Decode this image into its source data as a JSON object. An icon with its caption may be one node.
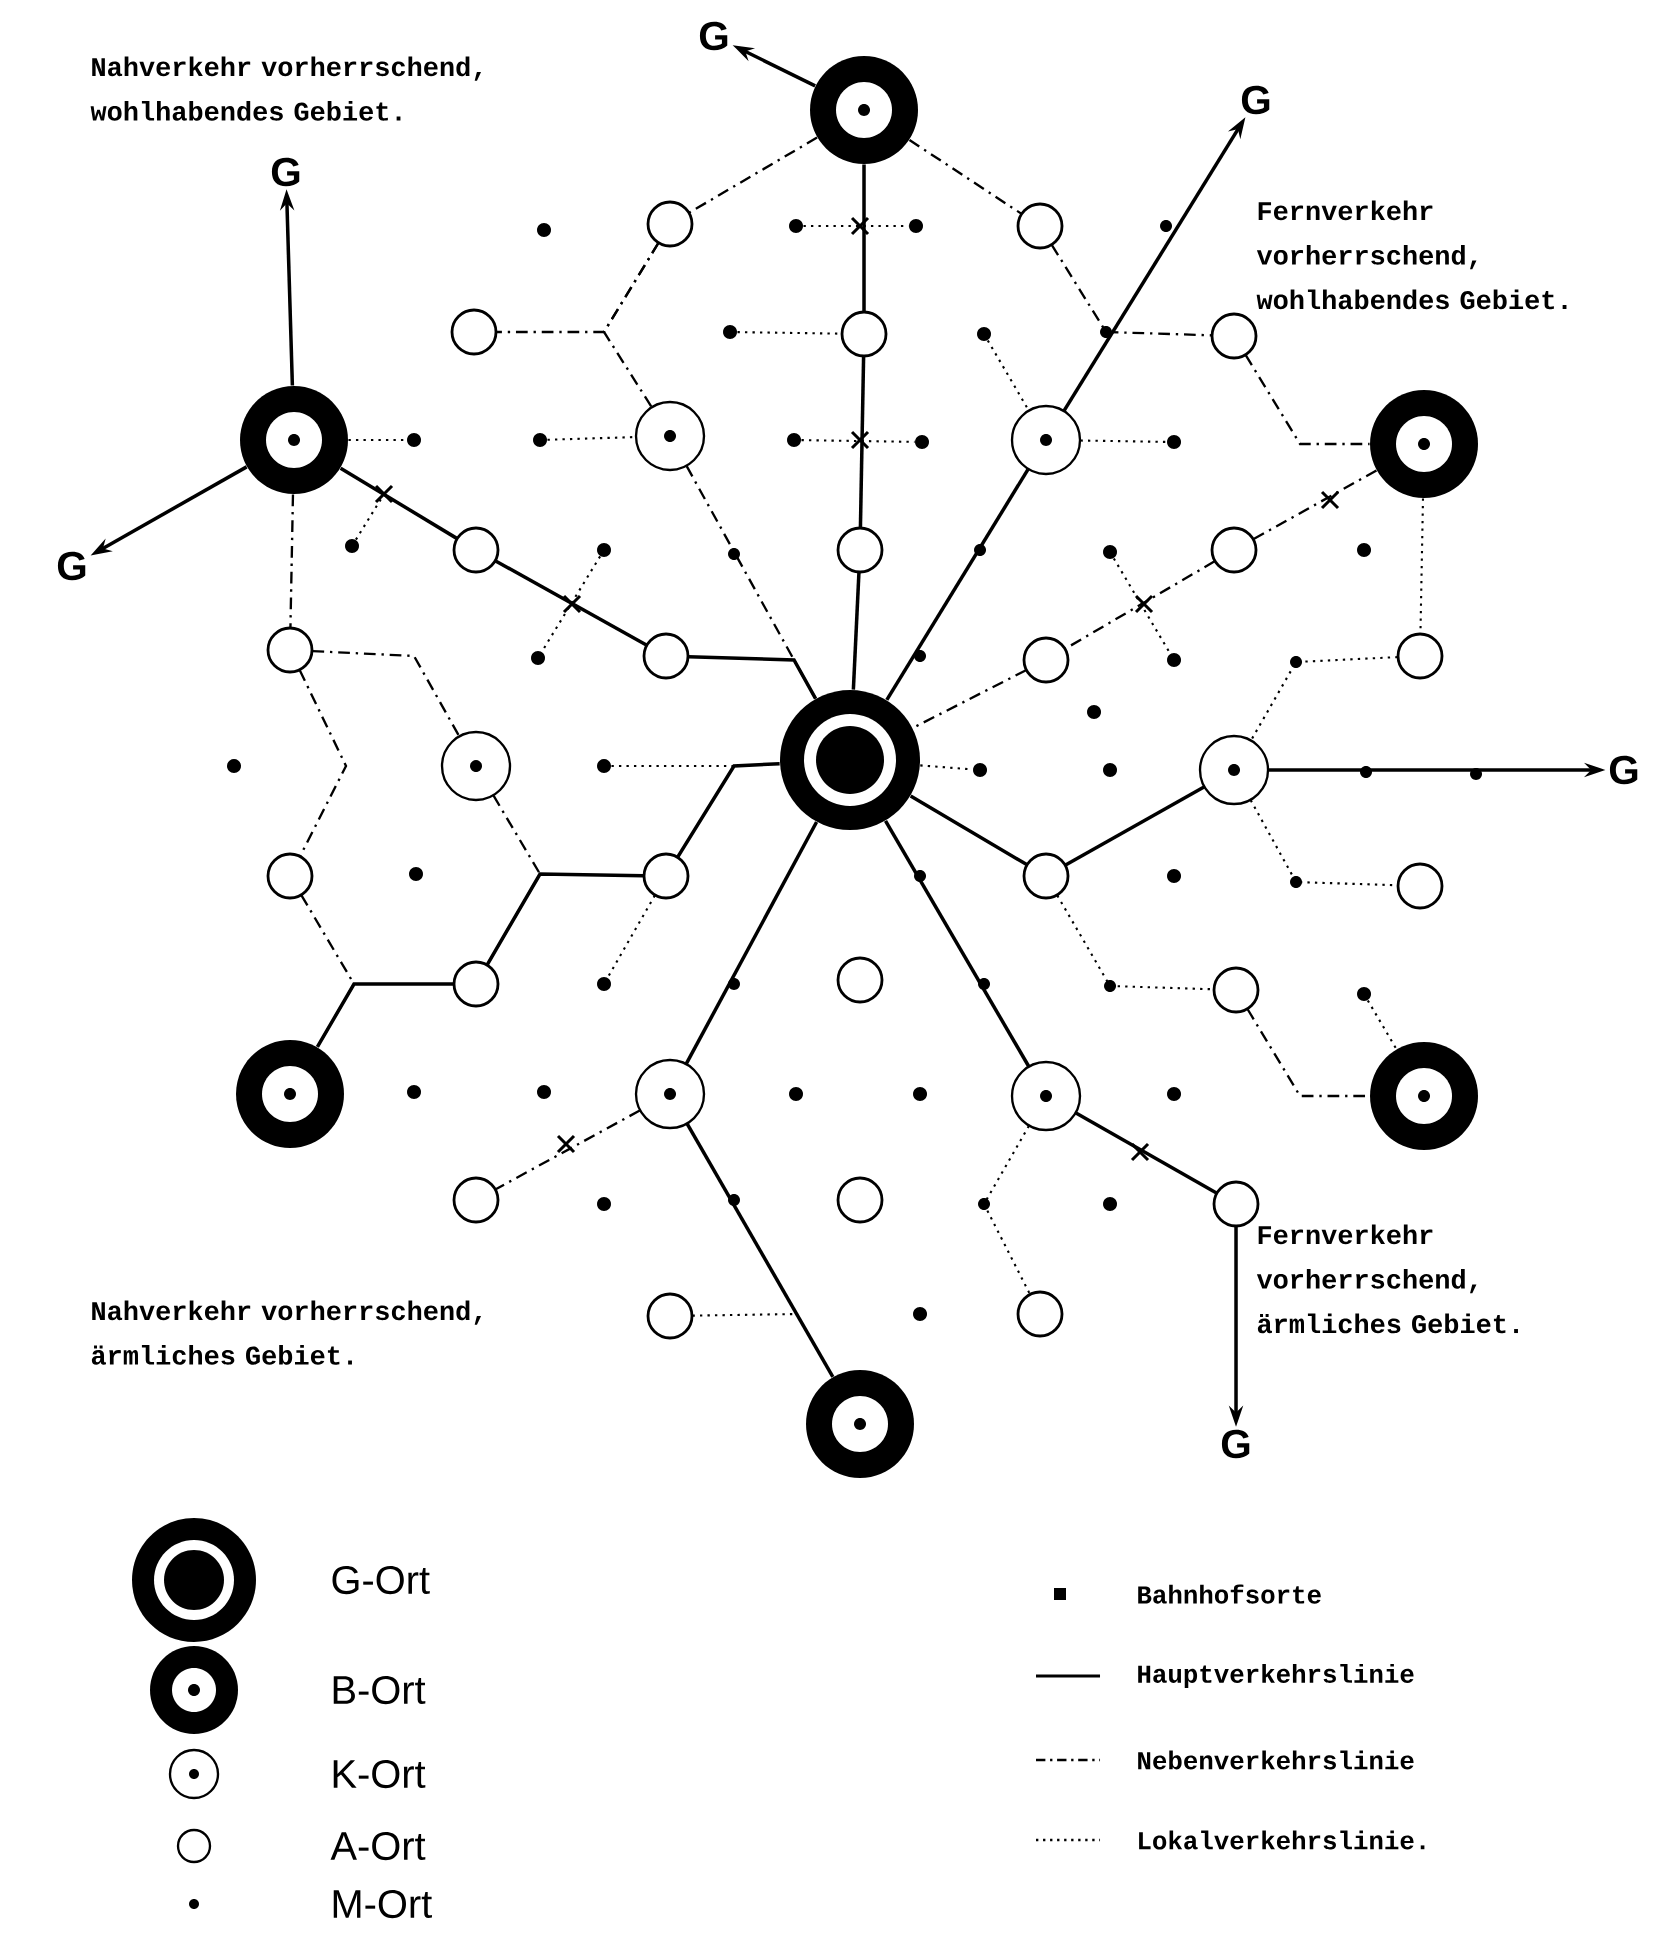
{
  "diagram": {
    "nodes": [
      {
        "text": [],
        "shape": "circle"
      },
      {
        "text": [],
        "shape": "circle"
      },
      {
        "text": [],
        "shape": "circle"
      },
      {
        "text": [],
        "shape": "circle"
      },
      {
        "text": [],
        "shape": "circle"
      },
      {
        "text": [],
        "shape": "circle"
      },
      {
        "text": [],
        "shape": "circle"
      },
      {
        "text": [],
        "shape": "circle"
      },
      {
        "text": [],
        "shape": "circle"
      },
      {
        "text": [],
        "shape": "circle"
      },
      {
        "text": [],
        "shape": "circle"
      },
      {
        "text": [],
        "shape": "circle"
      },
      {
        "text": [],
        "shape": "circle"
      },
      {
        "text": [],
        "shape": "circle"
      },
      {
        "text": [],
        "shape": "circle"
      },
      {
        "text": [],
        "shape": "circle"
      },
      {
        "text": [],
        "shape": "circle"
      },
      {
        "text": [],
        "shape": "circle"
      },
      {
        "text": [],
        "shape": "circle"
      },
      {
        "text": [],
        "shape": "circle"
      },
      {
        "text": [],
        "shape": "circle"
      },
      {
        "text": [],
        "shape": "circle"
      },
      {
        "text": [],
        "shape": "circle"
      },
      {
        "text": [],
        "shape": "circle"
      },
      {
        "text": [],
        "shape": "circle"
      },
      {
        "text": [],
        "shape": "circle"
      },
      {
        "text": [],
        "shape": "circle"
      },
      {
        "text": [],
        "shape": "circle"
      },
      {
        "text": [],
        "shape": "circle"
      },
      {
        "text": [],
        "shape": "circle"
      },
      {
        "text": [],
        "shape": "circle"
      },
      {
        "text": [],
        "shape": "circle"
      },
      {
        "text": [],
        "shape": "circle"
      },
      {
        "text": [],
        "shape": "circle"
      },
      {
        "text": [],
        "shape": "circle"
      },
      {
        "text": [],
        "shape": "circle"
      },
      {
        "text": [],
        "shape": "circle"
      },
      {
        "text": [
          "G"
        ]
      },
      {
        "text": [
          "G"
        ]
      },
      {
        "text": [
          "G"
        ]
      },
      {
        "text": [
          "G"
        ]
      },
      {
        "text": [
          "G"
        ]
      },
      {
        "text": [
          "G"
        ]
      },
      {
        "text": [],
        "shape": "dot"
      },
      {
        "text": [],
        "shape": "dot"
      },
      {
        "text": [],
        "shape": "dot"
      },
      {
        "text": [],
        "shape": "dot"
      },
      {
        "text": [],
        "shape": "dot"
      },
      {
        "text": [],
        "shape": "dot"
      },
      {
        "text": [],
        "shape": "dot"
      },
      {
        "text": [],
        "shape": "dot"
      },
      {
        "text": [],
        "shape": "dot"
      },
      {
        "text": [],
        "shape": "dot"
      },
      {
        "text": [],
        "shape": "dot"
      },
      {
        "text": [],
        "shape": "dot"
      },
      {
        "text": [],
        "shape": "dot"
      },
      {
        "text": [],
        "shape": "dot"
      },
      {
        "text": [],
        "shape": "dot"
      },
      {
        "text": [],
        "shape": "dot"
      },
      {
        "text": [],
        "shape": "dot"
      },
      {
        "text": [],
        "shape": "dot"
      },
      {
        "text": [],
        "shape": "dot"
      },
      {
        "text": [],
        "shape": "dot"
      },
      {
        "text": [],
        "shape": "dot"
      },
      {
        "text": [],
        "shape": "dot"
      },
      {
        "text": [],
        "shape": "dot"
      },
      {
        "text": [],
        "shape": "dot"
      },
      {
        "text": [],
        "shape": "dot"
      },
      {
        "text": [],
        "shape": "dot"
      },
      {
        "text": [],
        "shape": "dot"
      },
      {
        "text": [],
        "shape": "dot"
      },
      {
        "text": [],
        "shape": "dot"
      },
      {
        "text": [],
        "shape": "dot"
      },
      {
        "text": [],
        "shape": "dot"
      },
      {
        "text": [],
        "shape": "dot"
      },
      {
        "text": [],
        "shape": "dot"
      }
    ],
    "edges": [
      {
        "from": 0,
        "to": 19,
        "arrow": "none"
      },
      {
        "from": 19,
        "to": 16,
        "arrow": "none"
      },
      {
        "from": 16,
        "to": 1,
        "arrow": "none"
      },
      {
        "from": 1,
        "to": 37,
        "arrow": "to"
      },
      {
        "from": 2,
        "to": 38,
        "arrow": "to"
      },
      {
        "from": 2,
        "to": 39,
        "arrow": "to"
      },
      {
        "from": 2,
        "to": 18,
        "arrow": "none"
      },
      {
        "from": 18,
        "to": 22,
        "arrow": "none"
      },
      {
        "from": 22,
        "to": 0,
        "arrow": "none"
      },
      {
        "from": 0,
        "to": 8,
        "arrow": "none"
      },
      {
        "from": 8,
        "to": 40,
        "arrow": "to"
      },
      {
        "from": 0,
        "to": 27,
        "arrow": "none"
      },
      {
        "from": 27,
        "to": 10,
        "arrow": "none"
      },
      {
        "from": 10,
        "to": 41,
        "arrow": "to"
      },
      {
        "from": 0,
        "to": 12,
        "arrow": "none"
      },
      {
        "from": 12,
        "to": 34,
        "arrow": "none"
      },
      {
        "from": 34,
        "to": 42,
        "arrow": "to"
      },
      {
        "from": 0,
        "to": 11,
        "arrow": "none"
      },
      {
        "from": 11,
        "to": 6,
        "arrow": "none"
      },
      {
        "from": 0,
        "to": 26,
        "arrow": "none"
      },
      {
        "from": 26,
        "to": 29,
        "arrow": "none"
      },
      {
        "from": 29,
        "to": 4,
        "arrow": "none"
      },
      {
        "from": 1,
        "to": 13,
        "arrow": "none",
        "style": "dashed"
      },
      {
        "from": 13,
        "to": 15,
        "arrow": "none",
        "style": "dashed"
      },
      {
        "from": 13,
        "to": 7,
        "arrow": "none",
        "style": "dashed"
      },
      {
        "from": 7,
        "to": 0,
        "arrow": "none",
        "style": "dashed"
      },
      {
        "from": 1,
        "to": 14,
        "arrow": "none",
        "style": "dashed"
      },
      {
        "from": 14,
        "to": 17,
        "arrow": "none",
        "style": "dashed"
      },
      {
        "from": 17,
        "to": 3,
        "arrow": "none",
        "style": "dashed"
      },
      {
        "from": 3,
        "to": 20,
        "arrow": "none",
        "style": "dashed"
      },
      {
        "from": 20,
        "to": 23,
        "arrow": "none",
        "style": "dashed"
      },
      {
        "from": 23,
        "to": 0,
        "arrow": "none",
        "style": "dashed"
      },
      {
        "from": 2,
        "to": 21,
        "arrow": "none",
        "style": "dashed"
      },
      {
        "from": 21,
        "to": 9,
        "arrow": "none",
        "style": "dashed"
      },
      {
        "from": 21,
        "to": 25,
        "arrow": "none",
        "style": "dashed"
      },
      {
        "from": 25,
        "to": 4,
        "arrow": "none",
        "style": "dashed"
      },
      {
        "from": 9,
        "to": 29,
        "arrow": "none",
        "style": "dashed"
      },
      {
        "from": 11,
        "to": 32,
        "arrow": "none",
        "style": "dashed"
      },
      {
        "from": 31,
        "to": 5,
        "arrow": "none",
        "style": "dashed"
      },
      {
        "from": 27,
        "to": 31,
        "arrow": "none",
        "style": "dashed"
      },
      {
        "from": 10,
        "to": 28,
        "arrow": "none",
        "style": "dashed"
      },
      {
        "from": 3,
        "to": 24,
        "arrow": "none",
        "style": "dashed"
      },
      {
        "from": 24,
        "to": 10,
        "arrow": "none",
        "style": "dashed"
      },
      {
        "from": 71,
        "to": 5,
        "arrow": "none",
        "style": "dashed"
      },
      {
        "from": 12,
        "to": 36,
        "arrow": "none",
        "style": "dashed"
      },
      {
        "from": 2,
        "to": 46,
        "arrow": "none",
        "style": "dashed"
      },
      {
        "from": 47,
        "to": 7,
        "arrow": "none",
        "style": "dashed"
      },
      {
        "from": 50,
        "to": 51,
        "arrow": "none",
        "style": "dashed"
      },
      {
        "from": 53,
        "to": null,
        "arrow": "none",
        "style": "dashed"
      },
      {
        "from": 49,
        "to": null,
        "arrow": "none",
        "style": "dashed"
      },
      {
        "from": 44,
        "to": 54,
        "arrow": "none",
        "style": "dashed"
      },
      {
        "from": 48,
        "to": 56,
        "arrow": "none",
        "style": "dashed"
      },
      {
        "from": 45,
        "to": 16,
        "arrow": "none",
        "style": "dashed"
      },
      {
        "from": 55,
        "to": 8,
        "arrow": "none",
        "style": "dashed"
      },
      {
        "from": 8,
        "to": 57,
        "arrow": "none",
        "style": "dashed"
      },
      {
        "from": 58,
        "to": 60,
        "arrow": "none",
        "style": "dashed"
      },
      {
        "from": 0,
        "to": 62,
        "arrow": "none",
        "style": "dashed"
      },
      {
        "from": 26,
        "to": 65,
        "arrow": "none",
        "style": "dashed"
      },
      {
        "from": 35,
        "to": null,
        "arrow": "none",
        "style": "dashed"
      }
    ],
    "labels": [
      "Nahverkehr vorherrschend, wohlhabendes Gebiet.",
      "Fernverkehr vorherrschend, wohlhabendes Gebiet.",
      "Nahverkehr vorherrschend, ärmliches Gebiet.",
      "Fernverkehr vorherrschend, ärmliches Gebiet."
    ],
    "legend": [
      {
        "text": "G-Ort"
      },
      {
        "text": "B-Ort"
      },
      {
        "text": "K-Ort"
      },
      {
        "text": "A-Ort"
      },
      {
        "text": "M-Ort"
      },
      {
        "text": "Bahnhofsorte"
      },
      {
        "text": "Hauptverkehrslinie"
      },
      {
        "text": "Nebenverkehrslinie"
      },
      {
        "text": "Lokalverkehrslinie."
      }
    ]
  }
}
